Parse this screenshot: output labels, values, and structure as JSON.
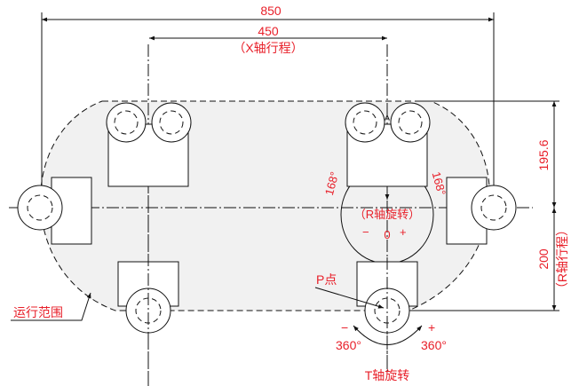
{
  "dimensions": {
    "overall_width": "850",
    "x_stroke": "450",
    "x_stroke_label": "（X轴行程）",
    "r_offset": "195.6",
    "r_stroke": "200",
    "r_stroke_label": "（R轴行程）"
  },
  "r_rotation": {
    "label": "（R轴旋转）",
    "angle_left": "168°",
    "angle_right": "168°",
    "minus": "−",
    "zero": "0",
    "plus": "+"
  },
  "t_rotation": {
    "label": "T轴旋转",
    "angle_left": "360°",
    "angle_right": "360°",
    "minus": "−",
    "plus": "+"
  },
  "point_label": "P点",
  "range_label": "运行范围",
  "colors": {
    "annotation": "#e8202a",
    "range_fill": "#f1f1f1"
  }
}
